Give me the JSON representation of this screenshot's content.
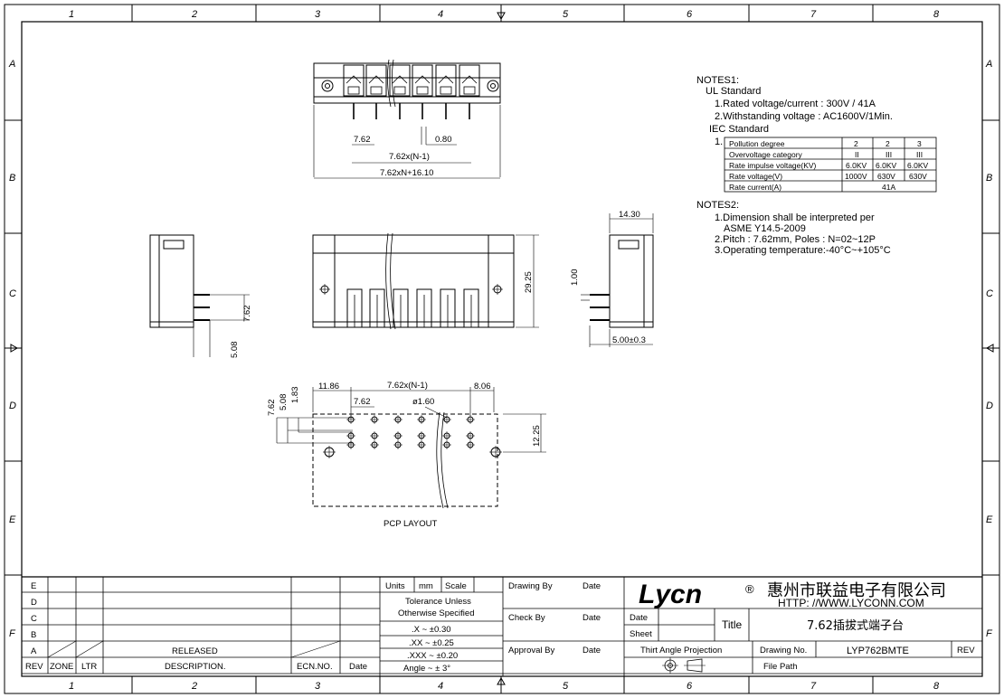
{
  "frame": {
    "columns": [
      "1",
      "2",
      "3",
      "4",
      "5",
      "6",
      "7",
      "8"
    ],
    "rows": [
      "A",
      "B",
      "C",
      "D",
      "E",
      "F"
    ]
  },
  "notes1": {
    "heading": "NOTES1:",
    "ul_heading": "UL Standard",
    "ul_item1": "1.Rated voltage/current : 300V / 41A",
    "ul_item2": "2.Withstanding voltage : AC1600V/1Min.",
    "iec_heading": "IEC Standard",
    "iec_item_no": "1.",
    "table": {
      "header": [
        "Pollution degree",
        "2",
        "2",
        "3"
      ],
      "rows": [
        [
          "Overvoltage category",
          "II",
          "III",
          "III"
        ],
        [
          "Rate impulse voltage(KV)",
          "6.0KV",
          "6.0KV",
          "6.0KV"
        ],
        [
          "Rate voltage(V)",
          "1000V",
          "630V",
          "630V"
        ],
        [
          "Rate current(A)",
          "41A"
        ]
      ]
    }
  },
  "notes2": {
    "heading": "NOTES2:",
    "item1a": "1.Dimension shall be interpreted per",
    "item1b": "ASME  Y14.5-2009",
    "item2": "2.Pitch : 7.62mm, Poles : N=02~12P",
    "item3": "3.Operating temperature:-40°C~+105°C"
  },
  "dims": {
    "top_pitch": "7.62",
    "top_pin": "0.80",
    "top_span": "7.62x(N-1)",
    "top_total": "7.62xN+16.10",
    "left_762": "7.62",
    "left_508": "5.08",
    "front_height": "29.25",
    "right_width": "14.30",
    "right_100": "1.00",
    "right_500": "5.00±0.3",
    "pcb_1186": "11.86",
    "pcb_span": "7.62x(N-1)",
    "pcb_806": "8.06",
    "pcb_762v": "7.62",
    "pcb_508v": "5.08",
    "pcb_183": "1.83",
    "pcb_762h": "7.62",
    "pcb_hole": "ø1.60",
    "pcb_1225": "12.25",
    "pcb_caption": "PCP LAYOUT"
  },
  "title_block": {
    "rev_rows": [
      "E",
      "D",
      "C",
      "B",
      "A"
    ],
    "released": "RELEASED",
    "hdr_rev": "REV",
    "hdr_zone": "ZONE",
    "hdr_ltr": "LTR",
    "hdr_desc": "DESCRIPTION.",
    "hdr_ecn": "ECN.NO.",
    "hdr_date": "Date",
    "units": "Units",
    "mm": "mm",
    "scale": "Scale",
    "tol1": "Tolerance Unless",
    "tol2": "Otherwise Specified",
    "tol_x": ".X  ~  ±0.30",
    "tol_xx": ".XX  ~  ±0.25",
    "tol_xxx": ".XXX  ~  ±0.20",
    "tol_angle": "Angle  ~  ± 3°",
    "drawing_by": "Drawing By",
    "check_by": "Check  By",
    "approval_by": "Approval By",
    "date": "Date",
    "logo": "Lycn",
    "reg": "®",
    "company": "惠州市联益电子有限公司",
    "url": "HTTP: //WWW.LYCONN.COM",
    "sheet": "Sheet",
    "title_label": "Title",
    "title_value": "7.62插拔式端子台",
    "projection": "Thirt Angle Projection",
    "drawing_no_label": "Drawing No.",
    "drawing_no": "LYP762BMTE",
    "rev": "REV",
    "file_path": "File Path"
  }
}
